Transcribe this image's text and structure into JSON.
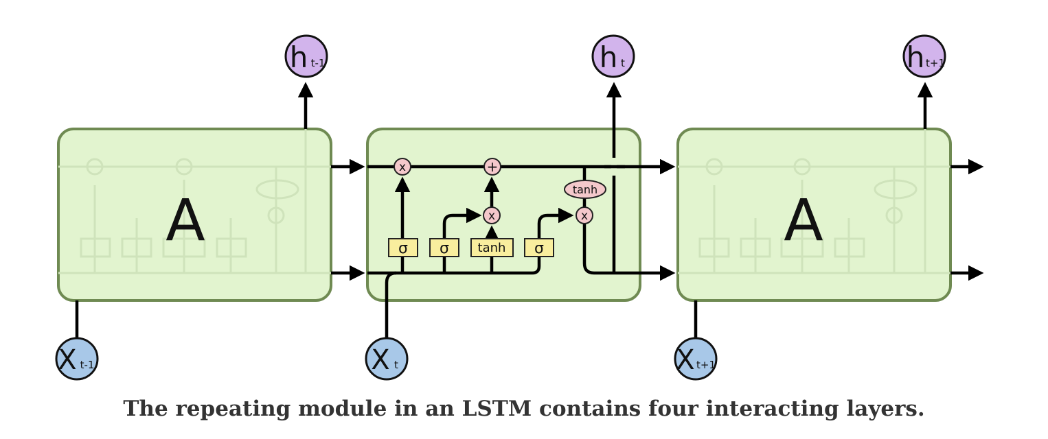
{
  "caption": "The repeating module in an LSTM contains four interacting layers.",
  "diagram": {
    "cell_label": "A",
    "hidden_states": [
      {
        "base": "h",
        "sub": "t-1"
      },
      {
        "base": "h",
        "sub": "t"
      },
      {
        "base": "h",
        "sub": "t+1"
      }
    ],
    "inputs": [
      {
        "base": "X",
        "sub": "t-1"
      },
      {
        "base": "X",
        "sub": "t"
      },
      {
        "base": "X",
        "sub": "t+1"
      }
    ],
    "layers": [
      "σ",
      "σ",
      "tanh",
      "σ"
    ],
    "pointwise_ops": [
      "x",
      "+",
      "x",
      "x"
    ],
    "pointwise_tanh": "tanh"
  },
  "colors": {
    "cell_fill": "#e2f4cf",
    "cell_stroke": "#6f8a52",
    "hidden_fill": "#d2b4ec",
    "input_fill": "#a8c8e8",
    "layer_fill": "#f9ee9e",
    "op_fill": "#f4c8cb"
  }
}
